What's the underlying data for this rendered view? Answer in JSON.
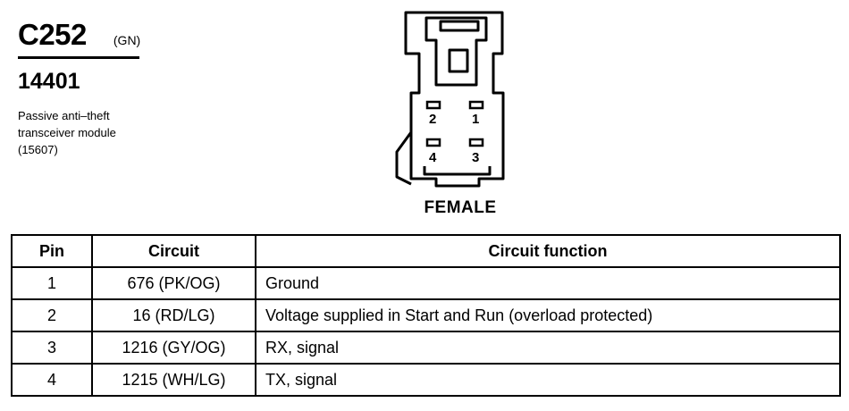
{
  "connector": {
    "id": "C252",
    "color_code": "(GN)",
    "part_number": "14401",
    "description_lines": [
      "Passive anti–theft",
      "transceiver module",
      "(15607)"
    ]
  },
  "diagram": {
    "gender_label": "FEMALE",
    "pins": [
      {
        "label": "2"
      },
      {
        "label": "1"
      },
      {
        "label": "4"
      },
      {
        "label": "3"
      }
    ]
  },
  "table": {
    "headers": [
      "Pin",
      "Circuit",
      "Circuit function"
    ],
    "rows": [
      {
        "pin": "1",
        "circuit": "676 (PK/OG)",
        "function": "Ground"
      },
      {
        "pin": "2",
        "circuit": "16 (RD/LG)",
        "function": "Voltage supplied in Start and Run (overload protected)"
      },
      {
        "pin": "3",
        "circuit": "1216 (GY/OG)",
        "function": "RX, signal"
      },
      {
        "pin": "4",
        "circuit": "1215 (WH/LG)",
        "function": "TX, signal"
      }
    ]
  }
}
